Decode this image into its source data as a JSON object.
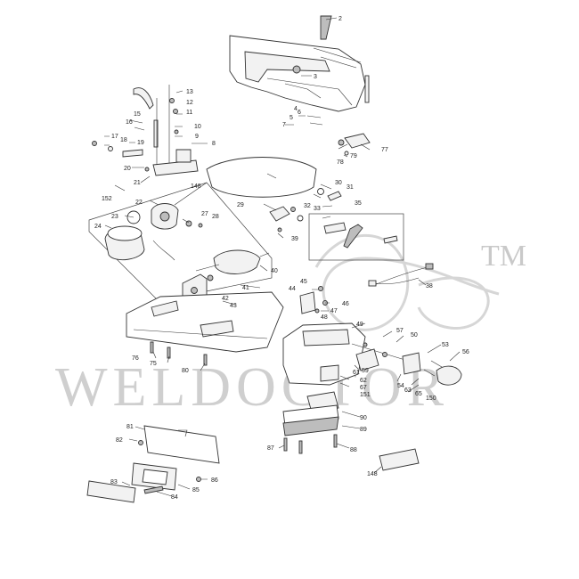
{
  "watermark": {
    "text": "WELDOCTOR",
    "tm": "TM"
  },
  "parts": [
    {
      "id": "p2",
      "label": "2"
    },
    {
      "id": "p3",
      "label": "3"
    },
    {
      "id": "p4",
      "label": "4"
    },
    {
      "id": "p5",
      "label": "5"
    },
    {
      "id": "p6",
      "label": "6"
    },
    {
      "id": "p7",
      "label": "7"
    },
    {
      "id": "p8",
      "label": "8"
    },
    {
      "id": "p9",
      "label": "9"
    },
    {
      "id": "p10",
      "label": "10"
    },
    {
      "id": "p11",
      "label": "11"
    },
    {
      "id": "p12",
      "label": "12"
    },
    {
      "id": "p13",
      "label": "13"
    },
    {
      "id": "p15",
      "label": "15"
    },
    {
      "id": "p16",
      "label": "16"
    },
    {
      "id": "p17",
      "label": "17"
    },
    {
      "id": "p18",
      "label": "18"
    },
    {
      "id": "p19",
      "label": "19"
    },
    {
      "id": "p20",
      "label": "20"
    },
    {
      "id": "p21",
      "label": "21"
    },
    {
      "id": "p22",
      "label": "22"
    },
    {
      "id": "p23",
      "label": "23"
    },
    {
      "id": "p24",
      "label": "24"
    },
    {
      "id": "p27",
      "label": "27"
    },
    {
      "id": "p28",
      "label": "28"
    },
    {
      "id": "p29",
      "label": "29"
    },
    {
      "id": "p30",
      "label": "30"
    },
    {
      "id": "p31",
      "label": "31"
    },
    {
      "id": "p32",
      "label": "32"
    },
    {
      "id": "p33",
      "label": "33"
    },
    {
      "id": "p35",
      "label": "35"
    },
    {
      "id": "p38",
      "label": "38"
    },
    {
      "id": "p39",
      "label": "39"
    },
    {
      "id": "p40",
      "label": "40"
    },
    {
      "id": "p41",
      "label": "41"
    },
    {
      "id": "p42",
      "label": "42"
    },
    {
      "id": "p43",
      "label": "43"
    },
    {
      "id": "p44",
      "label": "44"
    },
    {
      "id": "p45",
      "label": "45"
    },
    {
      "id": "p46",
      "label": "46"
    },
    {
      "id": "p47",
      "label": "47"
    },
    {
      "id": "p48",
      "label": "48"
    },
    {
      "id": "p49",
      "label": "49"
    },
    {
      "id": "p50",
      "label": "50"
    },
    {
      "id": "p53",
      "label": "53"
    },
    {
      "id": "p54",
      "label": "54"
    },
    {
      "id": "p56",
      "label": "56"
    },
    {
      "id": "p57",
      "label": "57"
    },
    {
      "id": "p59",
      "label": "59"
    },
    {
      "id": "p61",
      "label": "61"
    },
    {
      "id": "p62",
      "label": "62"
    },
    {
      "id": "p63",
      "label": "63"
    },
    {
      "id": "p65",
      "label": "65"
    },
    {
      "id": "p67",
      "label": "67"
    },
    {
      "id": "p75",
      "label": "75"
    },
    {
      "id": "p76",
      "label": "76"
    },
    {
      "id": "p77",
      "label": "77"
    },
    {
      "id": "p78",
      "label": "78"
    },
    {
      "id": "p79",
      "label": "79"
    },
    {
      "id": "p80",
      "label": "80"
    },
    {
      "id": "p81",
      "label": "81"
    },
    {
      "id": "p82",
      "label": "82"
    },
    {
      "id": "p83",
      "label": "83"
    },
    {
      "id": "p84",
      "label": "84"
    },
    {
      "id": "p85",
      "label": "85"
    },
    {
      "id": "p86",
      "label": "86"
    },
    {
      "id": "p87",
      "label": "87"
    },
    {
      "id": "p88",
      "label": "88"
    },
    {
      "id": "p89",
      "label": "89"
    },
    {
      "id": "p90",
      "label": "90"
    },
    {
      "id": "p148a",
      "label": "148"
    },
    {
      "id": "p148b",
      "label": "148"
    },
    {
      "id": "p150",
      "label": "150"
    },
    {
      "id": "p151",
      "label": "151"
    },
    {
      "id": "p152",
      "label": "152"
    }
  ]
}
